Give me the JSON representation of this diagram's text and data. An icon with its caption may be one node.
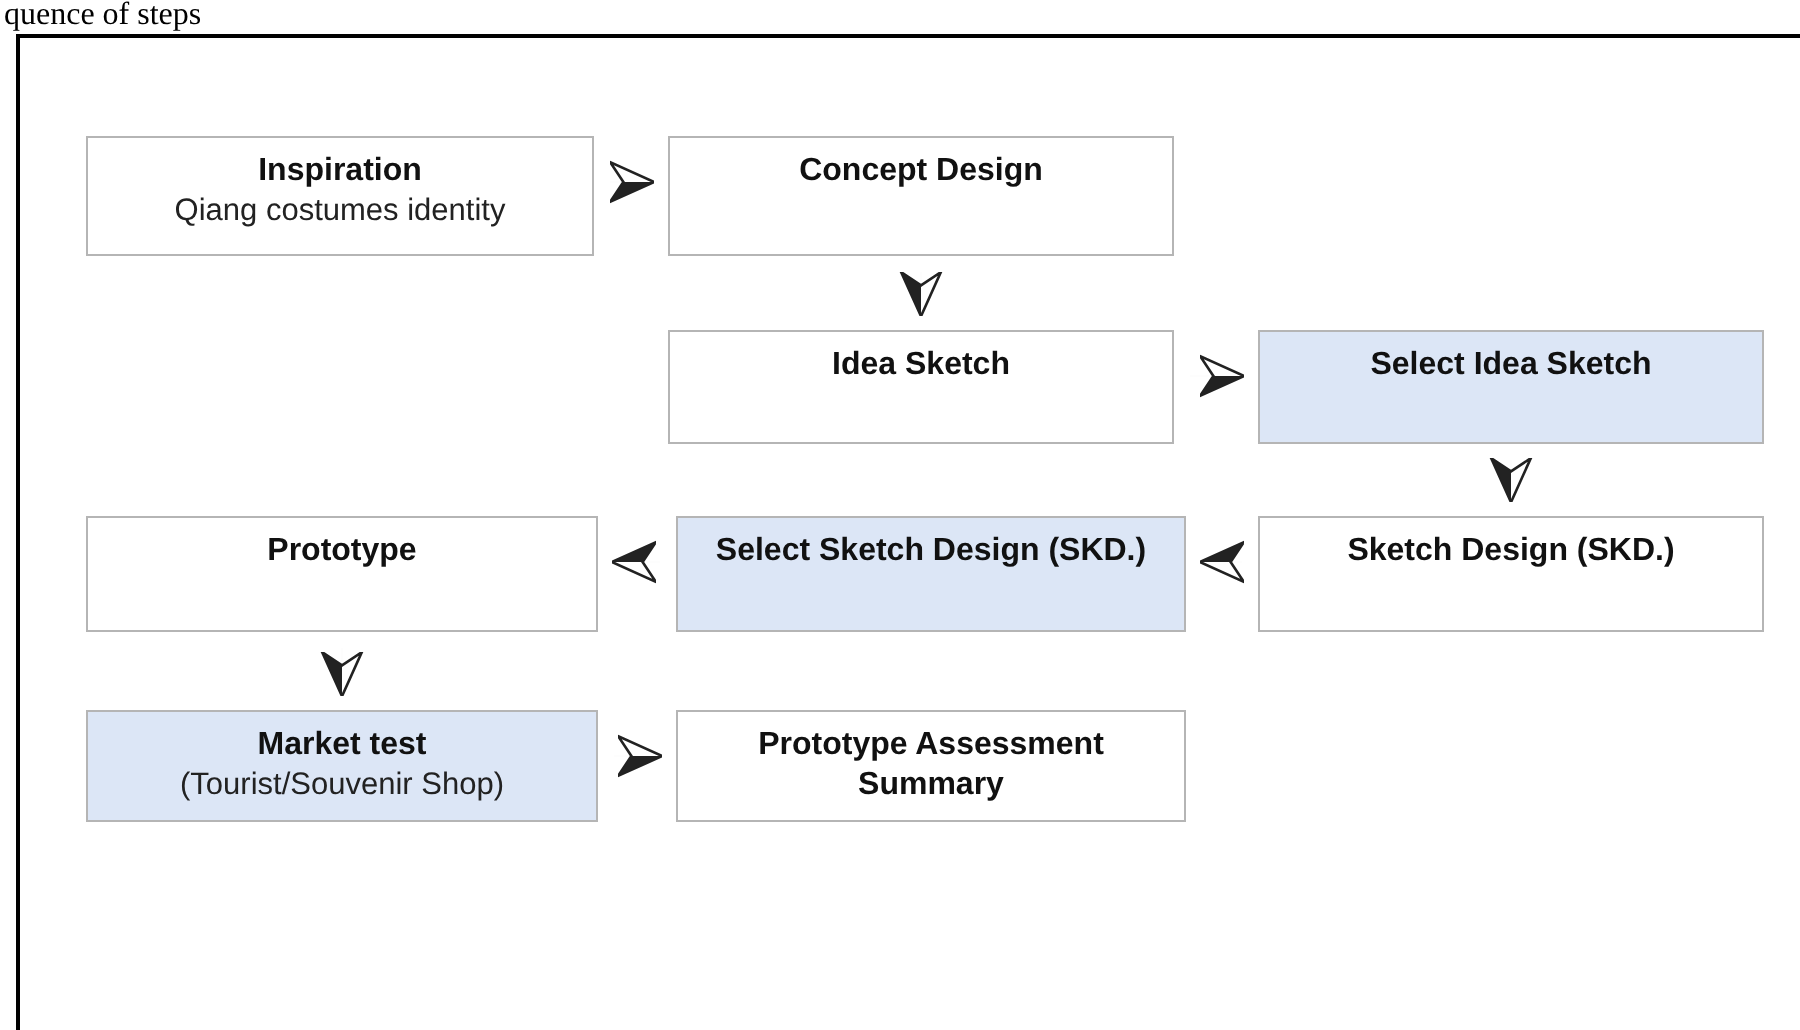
{
  "diagram": {
    "nodes": [
      {
        "text": [
          "Inspiration",
          "Qiang costumes identity"
        ]
      },
      {
        "text": [
          "Concept Design"
        ]
      },
      {
        "text": [
          "Idea Sketch"
        ]
      },
      {
        "text": [
          "Select Idea Sketch"
        ]
      },
      {
        "text": [
          "Sketch Design (SKD.)"
        ]
      },
      {
        "text": [
          "Select Sketch Design (SKD.)"
        ]
      },
      {
        "text": [
          "Prototype"
        ]
      },
      {
        "text": [
          "Market test",
          "(Tourist/Souvenir Shop)"
        ]
      },
      {
        "text": [
          "Prototype Assessment Summary"
        ]
      }
    ],
    "edges": [
      {
        "from": 0,
        "to": 1,
        "arrow": "to"
      },
      {
        "from": 1,
        "to": 2,
        "arrow": "to"
      },
      {
        "from": 2,
        "to": 3,
        "arrow": "to"
      },
      {
        "from": 3,
        "to": 4,
        "arrow": "to"
      },
      {
        "from": 4,
        "to": 5,
        "arrow": "to"
      },
      {
        "from": 5,
        "to": 6,
        "arrow": "to"
      },
      {
        "from": 6,
        "to": 7,
        "arrow": "to"
      },
      {
        "from": 7,
        "to": 8,
        "arrow": "to"
      }
    ],
    "labels": [
      "quence of steps"
    ]
  }
}
